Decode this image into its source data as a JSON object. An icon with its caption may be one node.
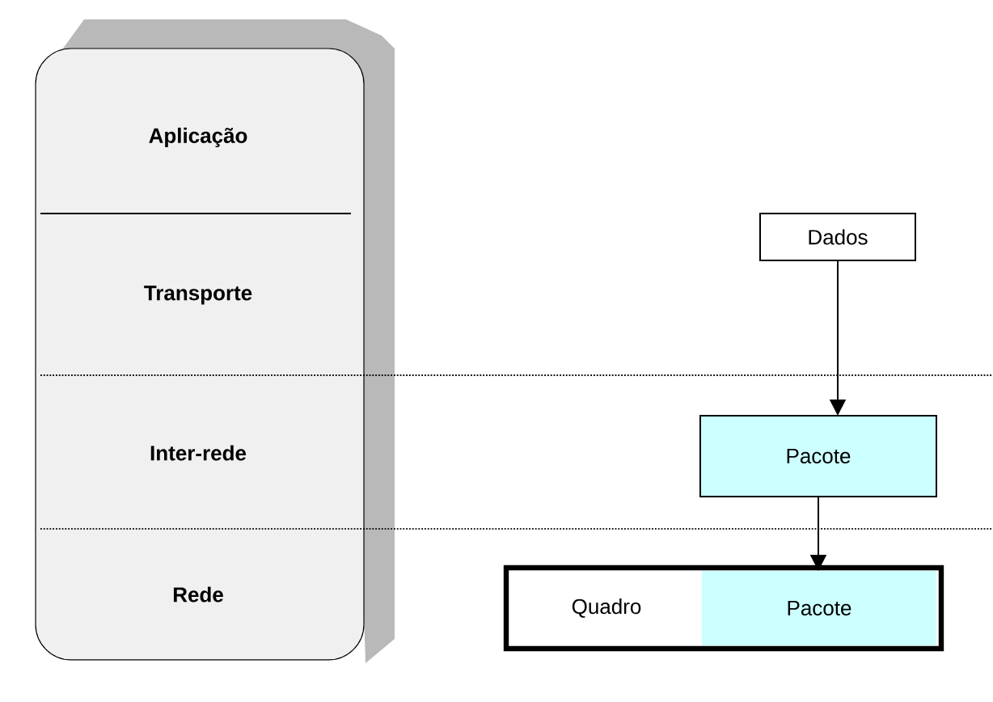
{
  "diagram": {
    "nodes": [
      {
        "text": [],
        "shape": "box"
      },
      {
        "text": [
          "Aplicação"
        ],
        "in": 0
      },
      {
        "text": [
          "Transporte"
        ],
        "in": 0
      },
      {
        "text": [
          "Inter-rede"
        ],
        "in": 0
      },
      {
        "text": [
          "Rede"
        ],
        "in": 0
      },
      {
        "text": [
          "Dados"
        ]
      },
      {
        "text": [
          "Pacote"
        ]
      },
      {
        "text": [],
        "shape": "box"
      },
      {
        "text": [
          "Quadro"
        ],
        "in": 7
      },
      {
        "text": [
          "Pacote"
        ],
        "in": 7
      }
    ],
    "edges": [
      {
        "from": 5,
        "to": 6,
        "arrow": "to"
      },
      {
        "from": 6,
        "to": 9,
        "arrow": "to"
      }
    ]
  }
}
